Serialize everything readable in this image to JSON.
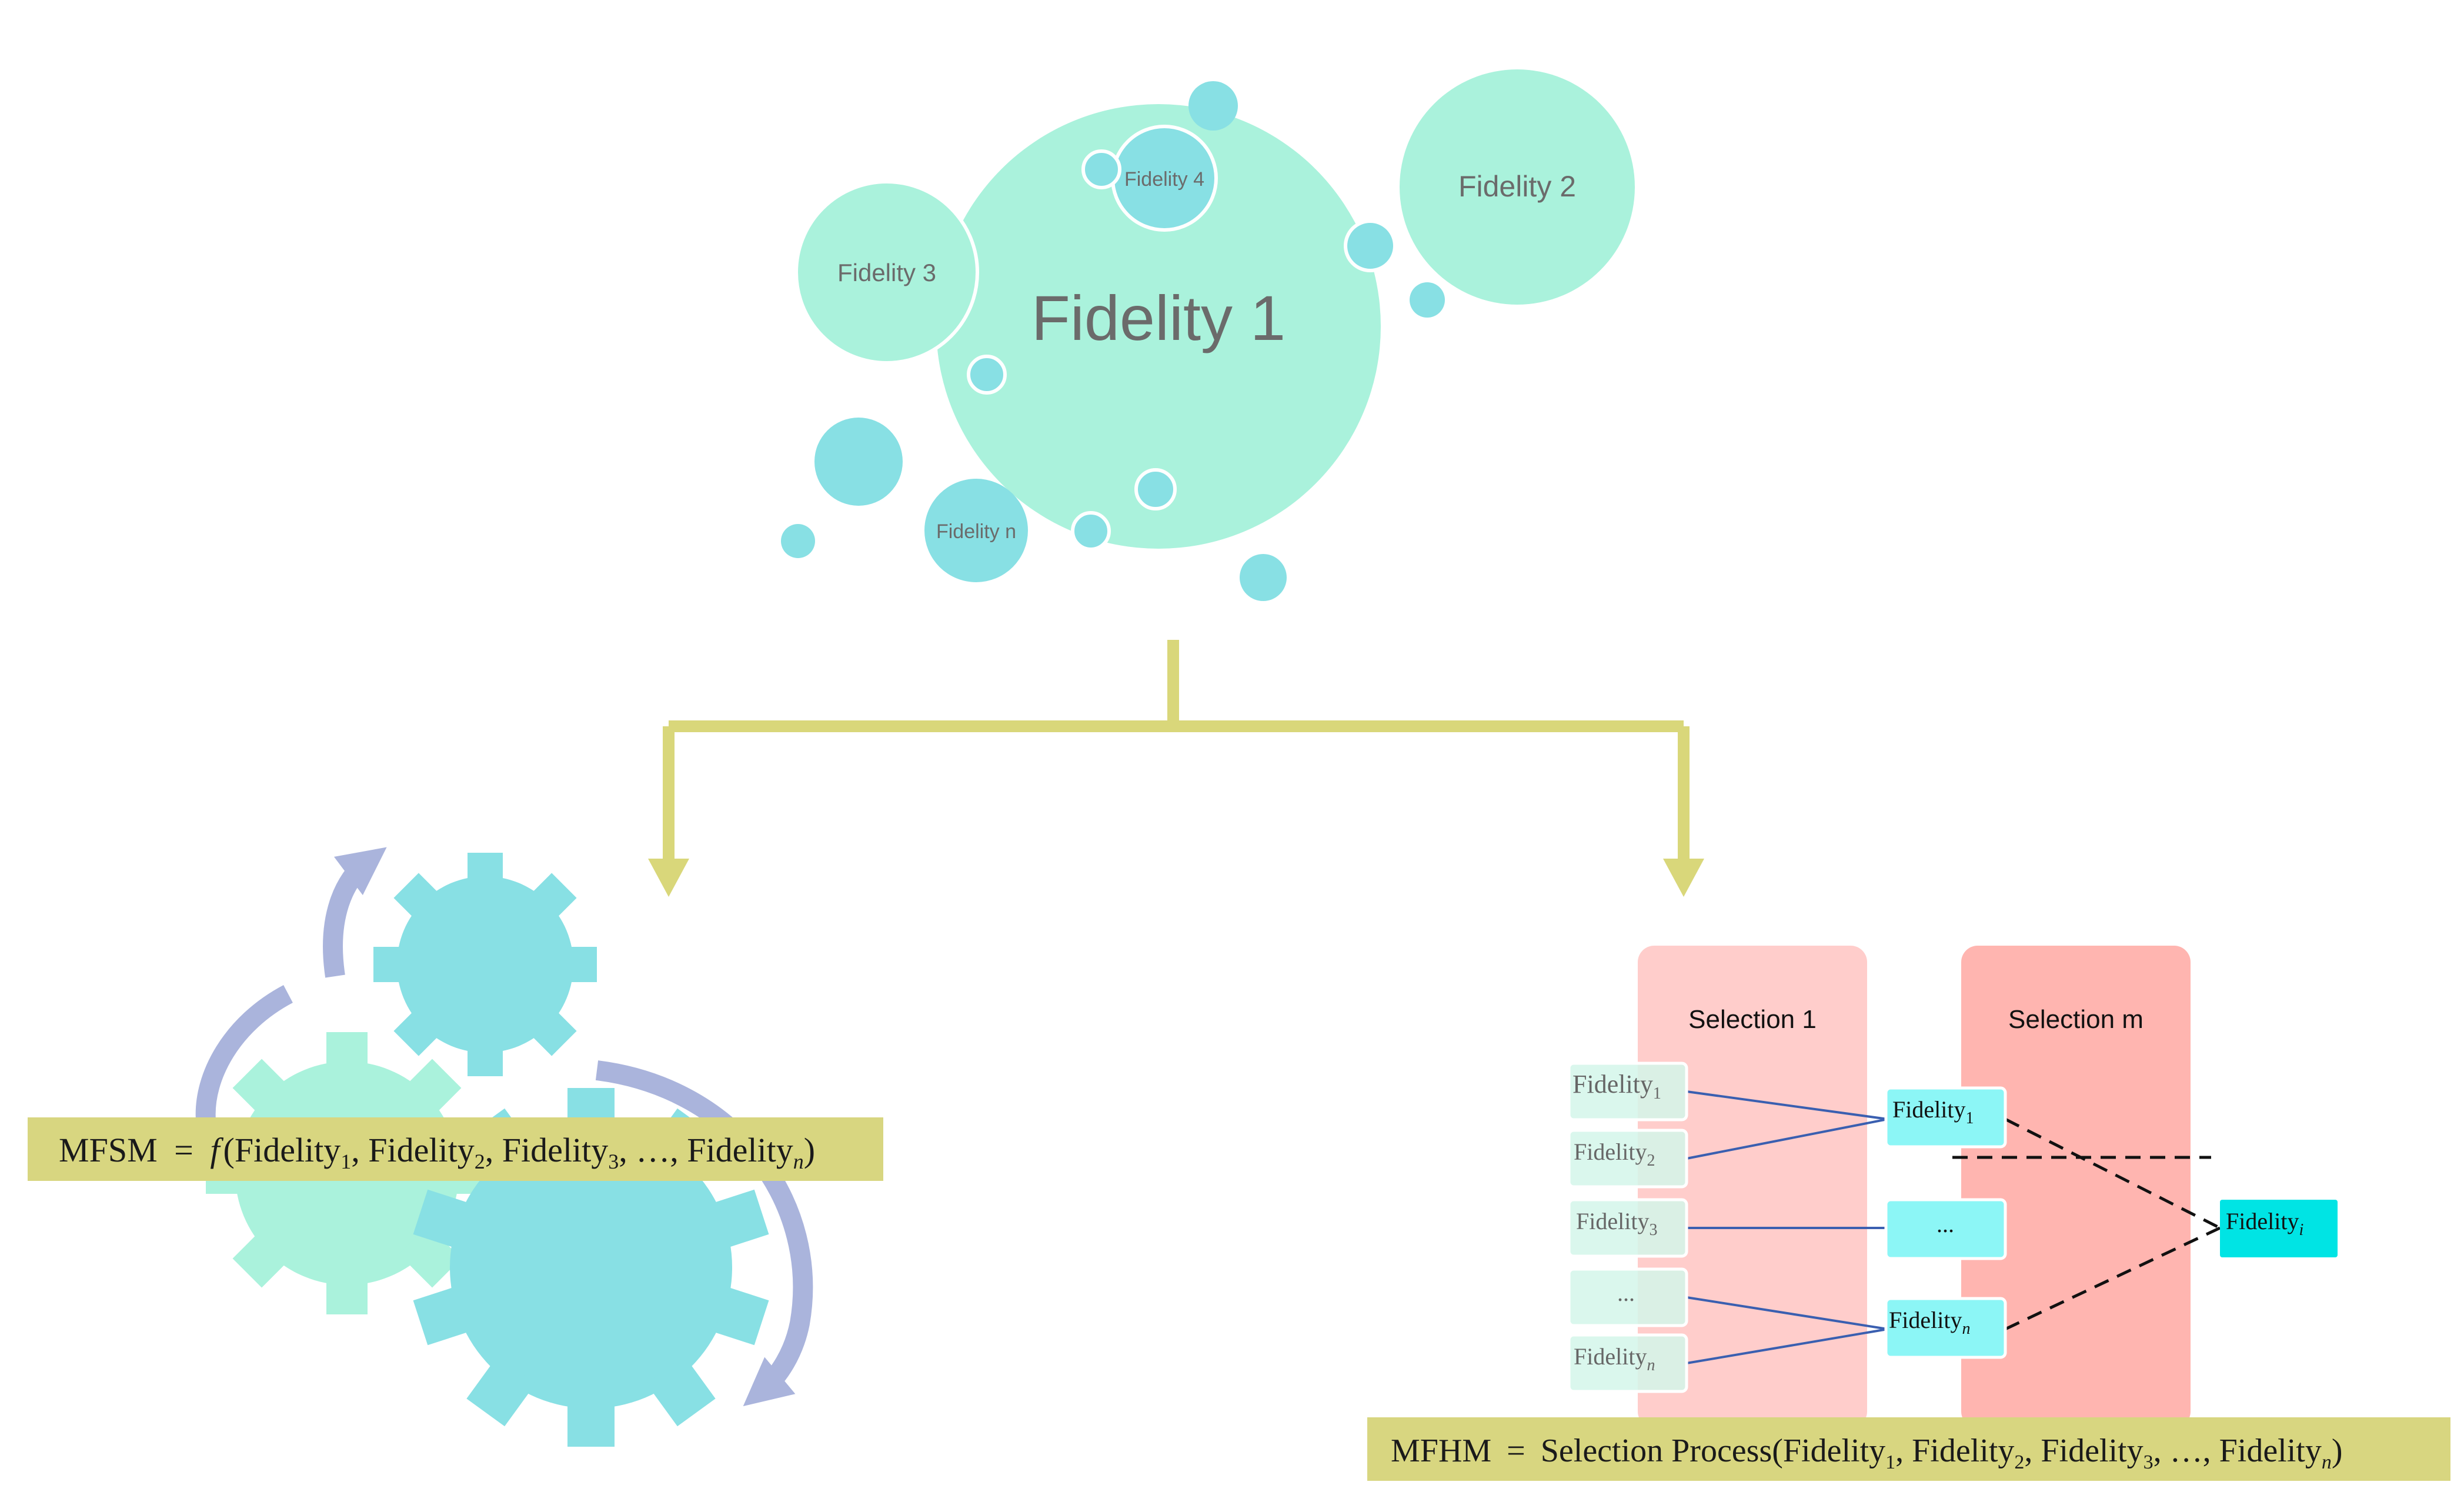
{
  "bubbles": {
    "main": "Fidelity 1",
    "f2": "Fidelity 2",
    "f3": "Fidelity 3",
    "f4": "Fidelity 4",
    "fn": "Fidelity n"
  },
  "mfsm": {
    "lhs": "MFSM",
    "eq": "=",
    "fn": "f",
    "term": "Fidelity",
    "subs": [
      "1",
      "2",
      "3"
    ],
    "ellipsis": "…",
    "sub_n": "n"
  },
  "mfhm": {
    "lhs": "MFHM",
    "eq": "=",
    "fn": "Selection Process",
    "term": "Fidelity",
    "subs": [
      "1",
      "2",
      "3"
    ],
    "ellipsis": "…",
    "sub_n": "n"
  },
  "selection": {
    "col1_label": "Selection 1",
    "colm_label": "Selection m",
    "term": "Fidelity",
    "left_subs": [
      "1",
      "2",
      "3",
      "",
      "n"
    ],
    "ellipsis": "...",
    "mid_subs": [
      "1",
      "",
      "n"
    ],
    "final_sub": "i"
  },
  "colors": {
    "bubble_mint": "#aaf2dc",
    "bubble_cyan": "#88e0e4",
    "bubble_text": "#6b6b6b",
    "arrow_khaki": "#d9d77a",
    "formula_bg": "#d8d680",
    "gear_cyan": "#88e0e4",
    "gear_mint": "#aaf2dc",
    "cycle_arrow": "#aab4dc",
    "selection1_bg": "#ffcdcb",
    "selectionm_bg": "#ffb5b0",
    "line_blue": "#3a5fb0",
    "box_cyan": "#8cf6f6",
    "final_cyan": "#00e4e4"
  }
}
